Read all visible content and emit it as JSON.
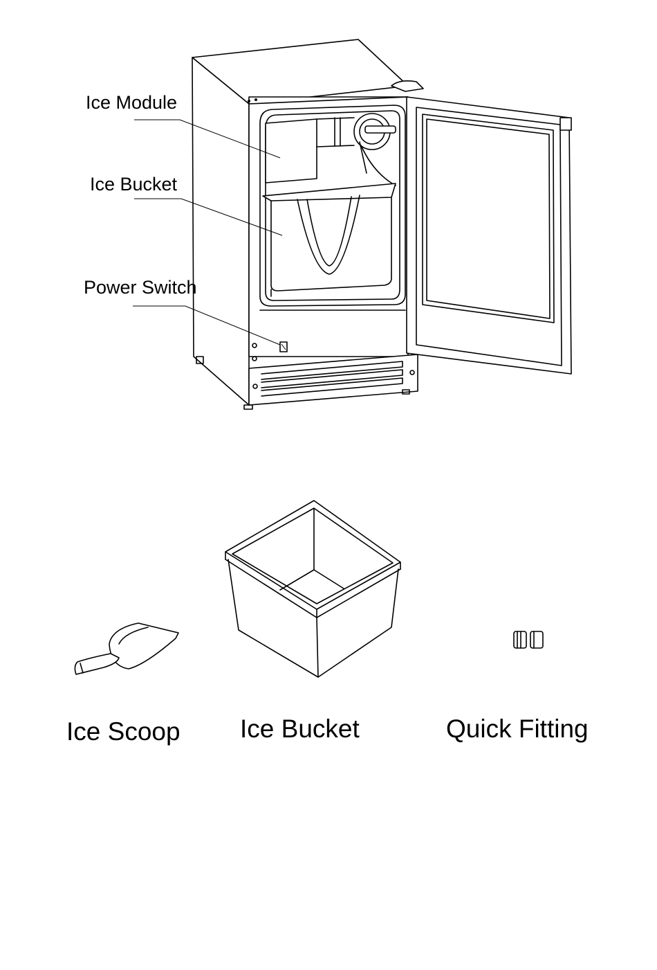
{
  "callouts": {
    "ice_module": "Ice Module",
    "ice_bucket": "Ice Bucket",
    "power_switch": "Power Switch"
  },
  "accessories": {
    "ice_scoop": "Ice Scoop",
    "ice_bucket": "Ice Bucket",
    "quick_fitting": "Quick Fitting"
  }
}
